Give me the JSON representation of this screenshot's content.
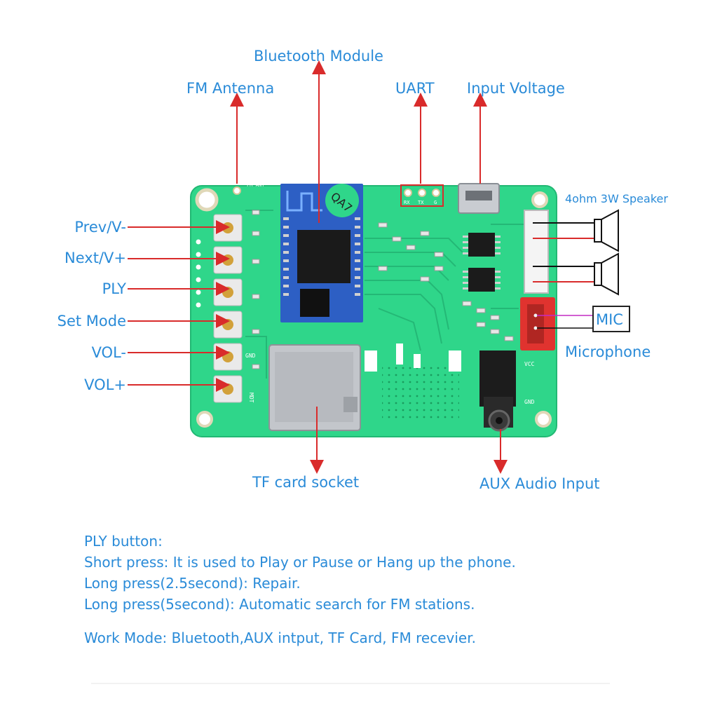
{
  "labels": {
    "fm_antenna": "FM Antenna",
    "bluetooth_module": "Bluetooth Module",
    "uart": "UART",
    "input_voltage": "Input Voltage",
    "speaker": "4ohm 3W Speaker",
    "mic": "MIC",
    "microphone": "Microphone",
    "tf_card_socket": "TF card socket",
    "aux_audio_input": "AUX Audio Input",
    "buttons": [
      "Prev/V-",
      "Next/V+",
      "PLY",
      "Set Mode",
      "VOL-",
      "VOL+"
    ]
  },
  "board_text": {
    "fm_ant": "FM ANT",
    "uart_pins": [
      "RX",
      "TX",
      "G"
    ],
    "module_id": "QA7",
    "gnd": "GND",
    "vcc": "VCC",
    "mdt": "MDT"
  },
  "notes": {
    "ply_title": "PLY button:",
    "short_press": "Short press: It is used to Play or Pause or Hang up the phone.",
    "long_press_1": "Long press(2.5second): Repair.",
    "long_press_2": "Long press(5second): Automatic search for FM stations.",
    "work_mode": "Work Mode: Bluetooth,AUX intput, TF Card, FM recevier."
  },
  "colors": {
    "label": "#2a8bd8",
    "arrow": "#d92b2b",
    "board": "#2fd68a",
    "module": "#2d5fc4"
  }
}
